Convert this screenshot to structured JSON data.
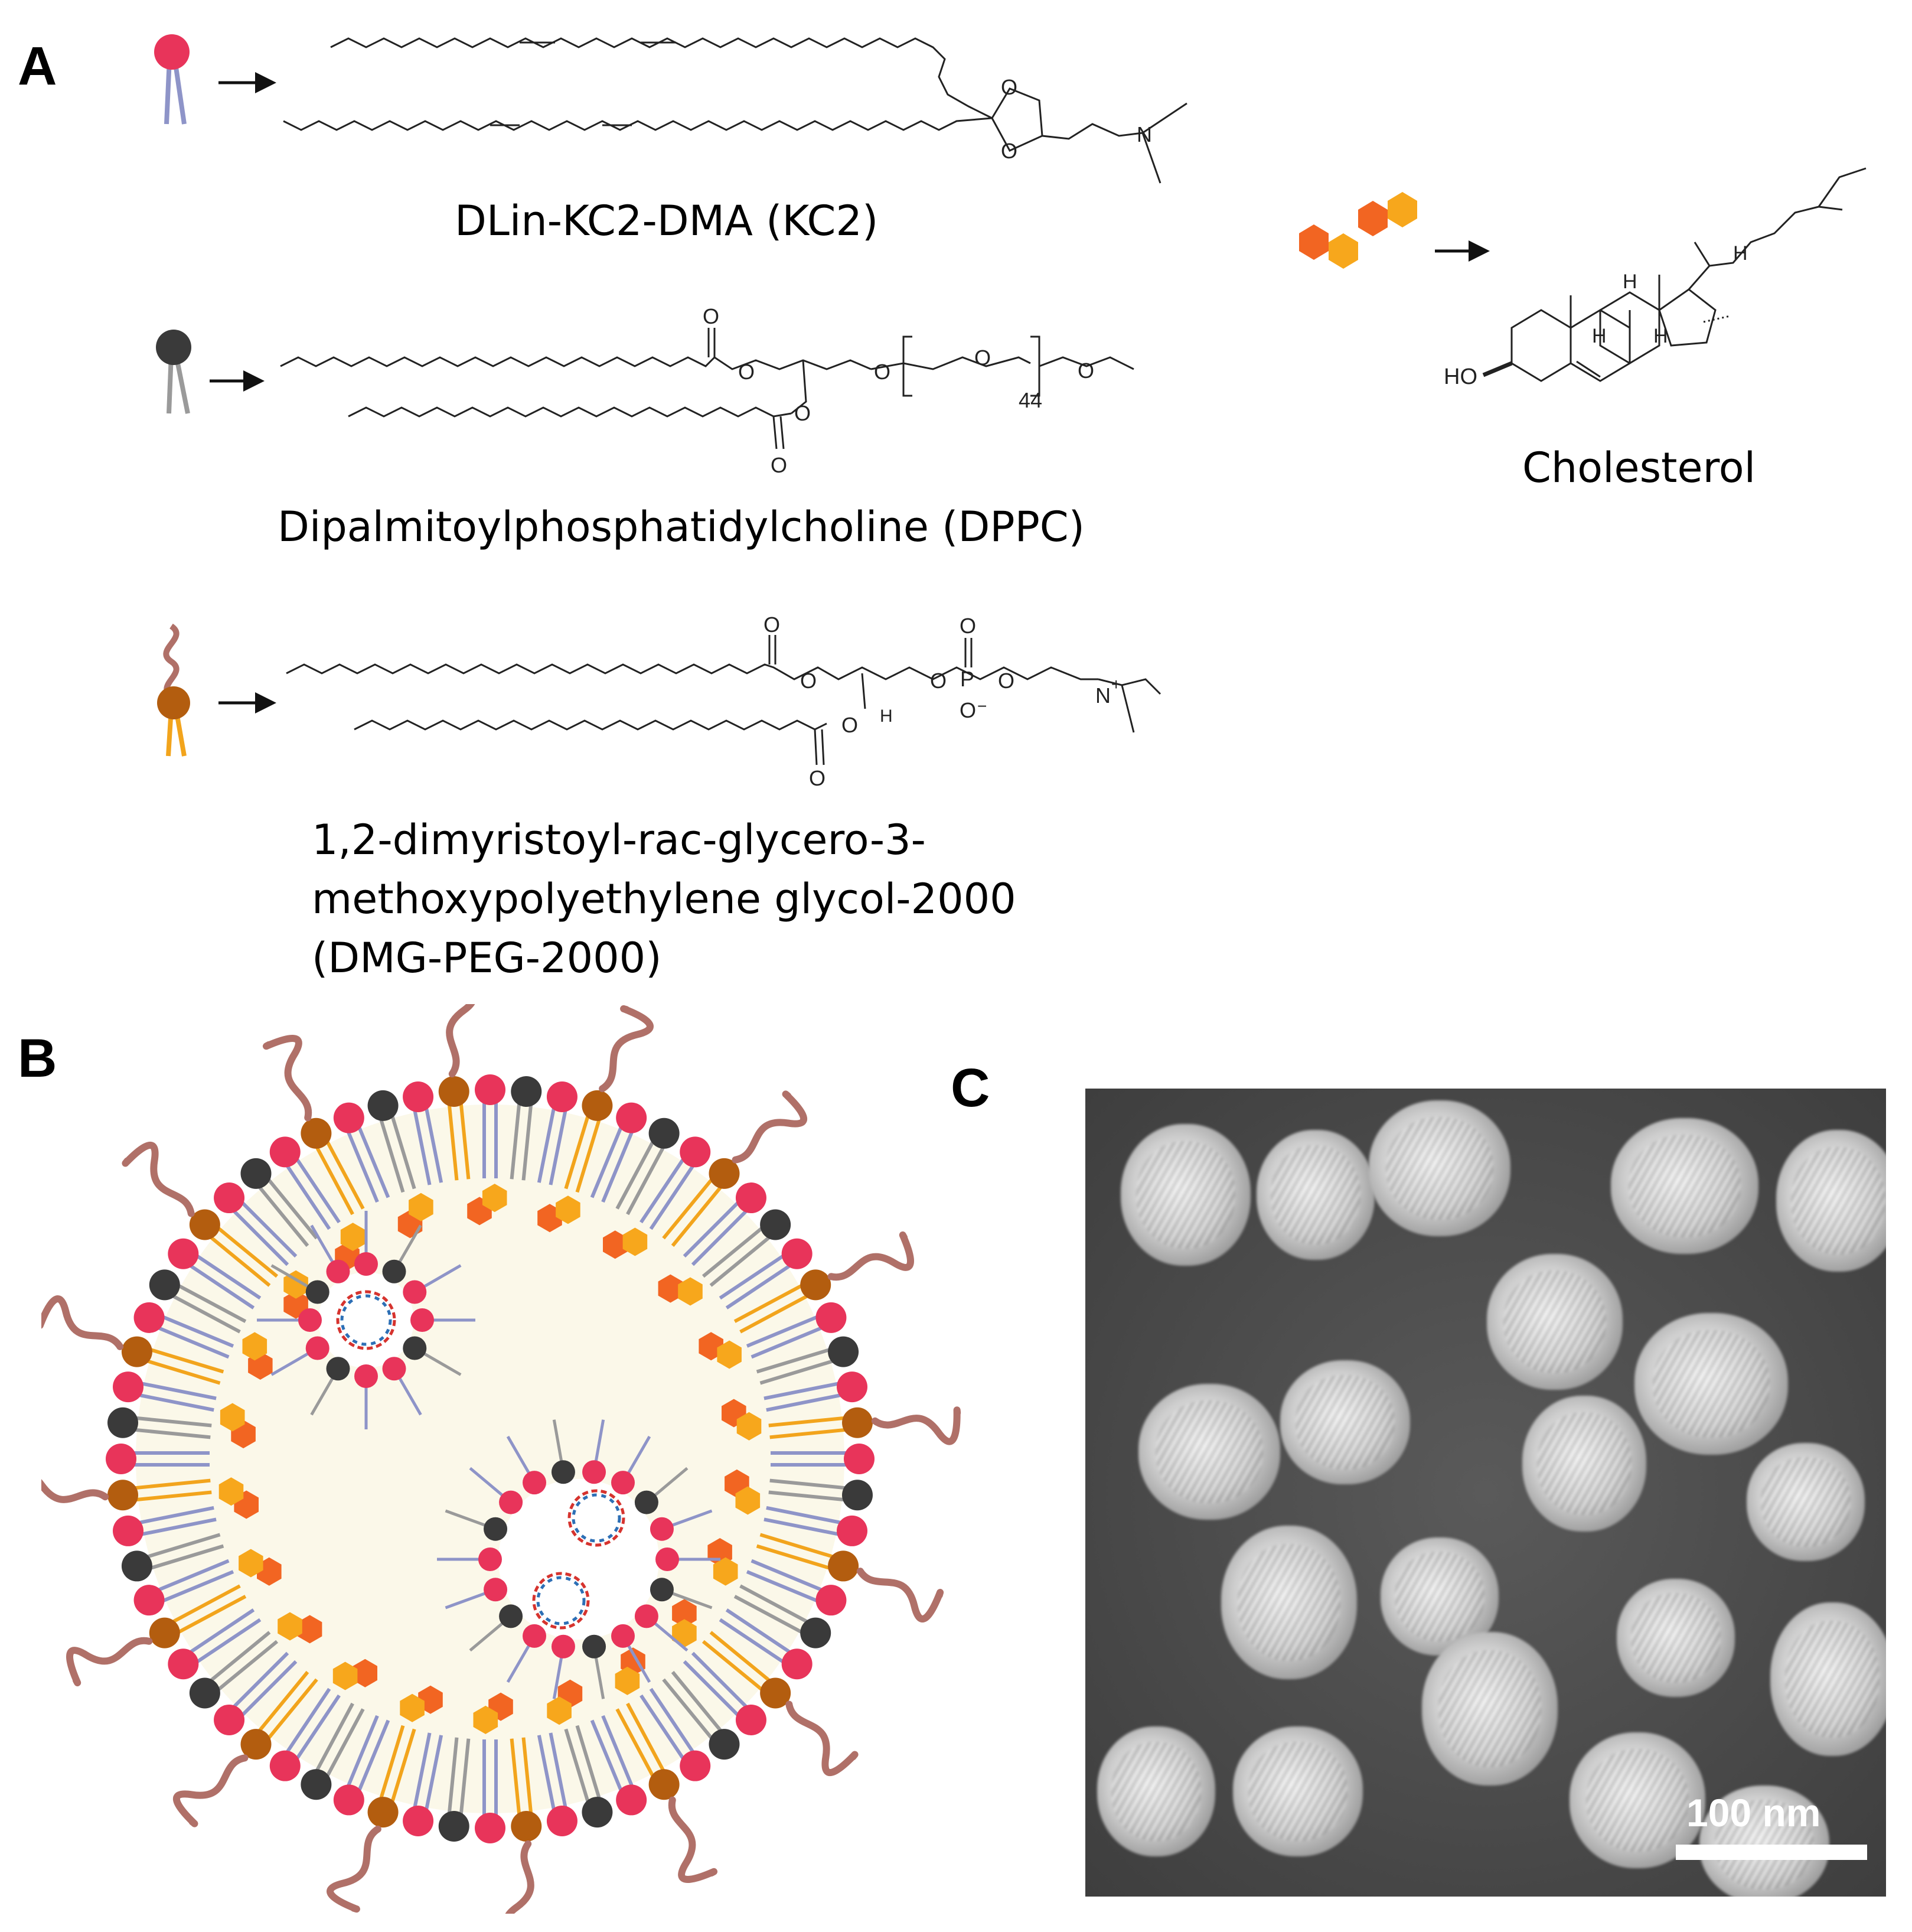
{
  "panels": {
    "a": "A",
    "b": "B",
    "c": "C"
  },
  "molecules": {
    "kc2": {
      "caption": "DLin-KC2-DMA (KC2)"
    },
    "dppc": {
      "caption": "Dipalmitoylphosphatidylcholine (DPPC)",
      "repeat_count": "44"
    },
    "peg": {
      "caption_lines": [
        "1,2-dimyristoyl-rac-glycero-3-",
        "methoxypolyethylene glycol-2000",
        "(DMG-PEG-2000)"
      ]
    },
    "cholesterol": {
      "caption": "Cholesterol",
      "ho_label": "HO",
      "h_label": "H"
    }
  },
  "atoms": {
    "oxygen": "O",
    "nitrogen": "N",
    "phosphorus": "P",
    "hydrogen": "H",
    "plus": "+",
    "minus": "−"
  },
  "micrograph": {
    "scale_label": "100 nm"
  },
  "colors": {
    "kc2_head": "#e8345a",
    "dppc_head": "#3a3a3a",
    "peg_head": "#b35d0f",
    "peg_chain": "#b07068",
    "kc2_tail": "#8e94c8",
    "dppc_tail": "#9a9a9a",
    "peg_tail": "#f2a41c",
    "cholesterol_1": "#f26522",
    "cholesterol_2": "#f7a71c",
    "core": "#fbf8e9"
  }
}
